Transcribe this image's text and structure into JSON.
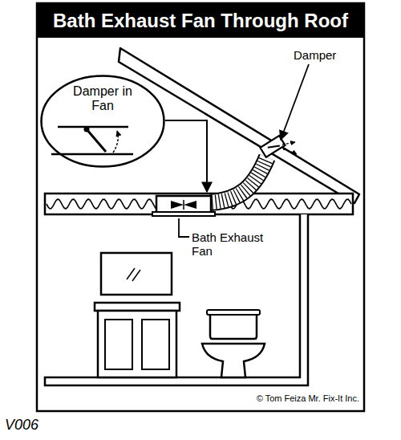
{
  "diagram": {
    "title": "Bath Exhaust Fan Through Roof",
    "nodes": [
      {
        "text": [
          "Damper in Fan"
        ]
      }
    ],
    "labels": [
      "Damper",
      "Bath Exhaust Fan",
      "© Tom Feiza Mr. Fix-It Inc.",
      "V006"
    ]
  }
}
